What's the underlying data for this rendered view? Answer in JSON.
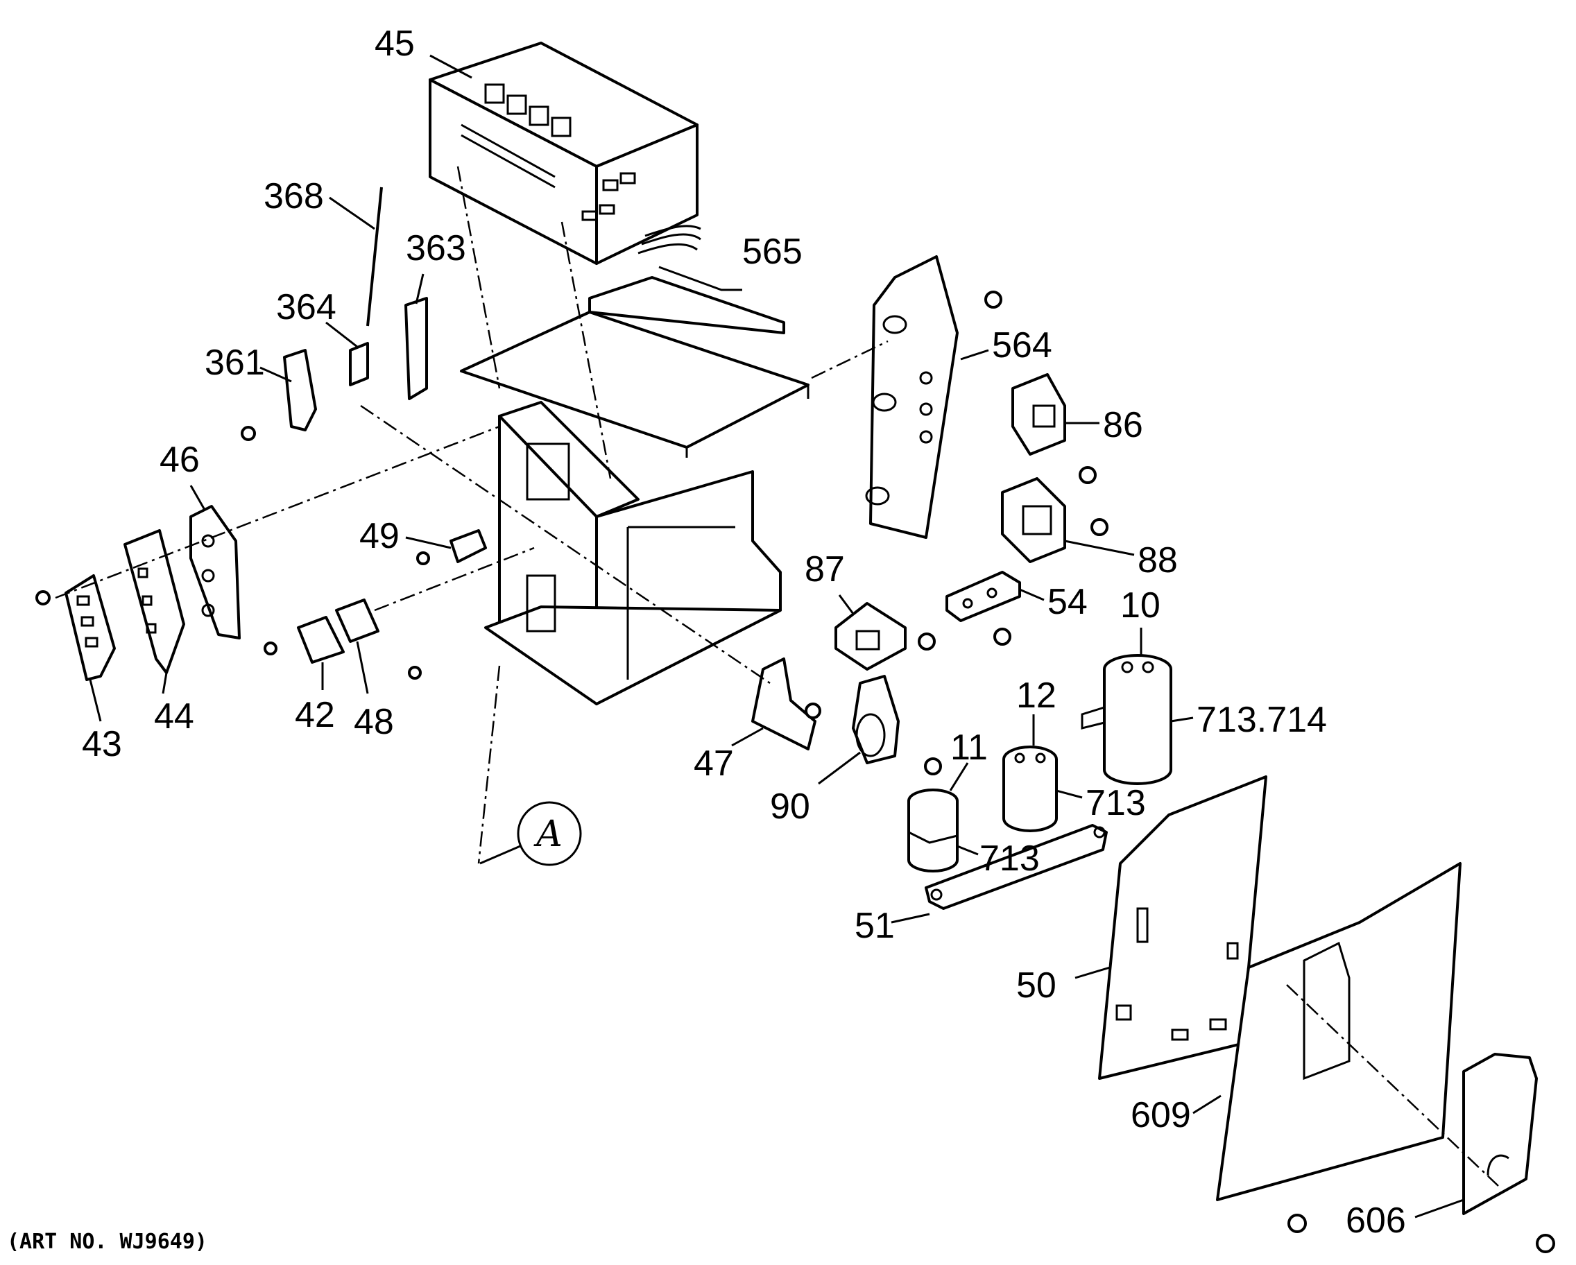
{
  "diagram": {
    "art_number": "(ART NO. WJ9649)",
    "view_marker": "A",
    "callouts": {
      "c45": "45",
      "c368": "368",
      "c363": "363",
      "c565": "565",
      "c364": "364",
      "c564": "564",
      "c361": "361",
      "c86": "86",
      "c46": "46",
      "c49": "49",
      "c88": "88",
      "c87": "87",
      "c54": "54",
      "c10": "10",
      "c12": "12",
      "c713_714": "713.714",
      "c43": "43",
      "c44": "44",
      "c42": "42",
      "c48": "48",
      "c47": "47",
      "c11": "11",
      "c90": "90",
      "c713a": "713",
      "c713b": "713",
      "c51": "51",
      "c50": "50",
      "c609": "609",
      "c606": "606"
    }
  }
}
